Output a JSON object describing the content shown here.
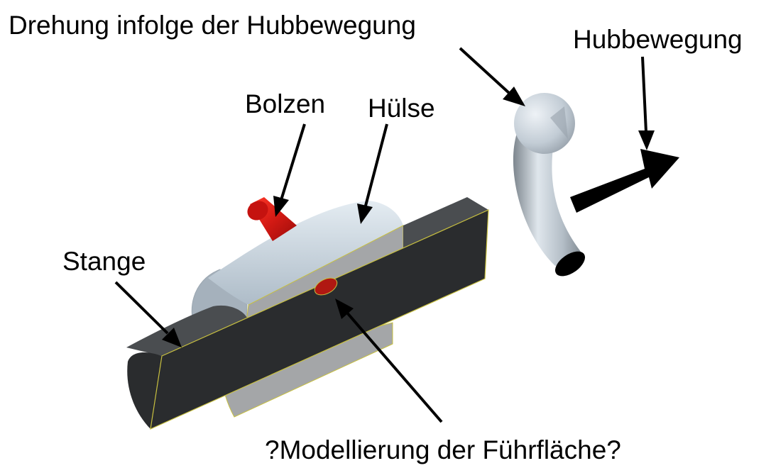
{
  "labels": {
    "drehung": "Drehung infolge der Hubbewegung",
    "hubbewegung": "Hubbewegung",
    "bolzen": "Bolzen",
    "huelse": "Hülse",
    "stange": "Stange",
    "fuehrflaeche": "?Modellierung der Führfläche?"
  },
  "colors": {
    "stange": "#2a2c2e",
    "huelse": "#c8d4de",
    "bolzen": "#d01c1c",
    "arrow": "#000000",
    "outline": "#c8c040"
  }
}
